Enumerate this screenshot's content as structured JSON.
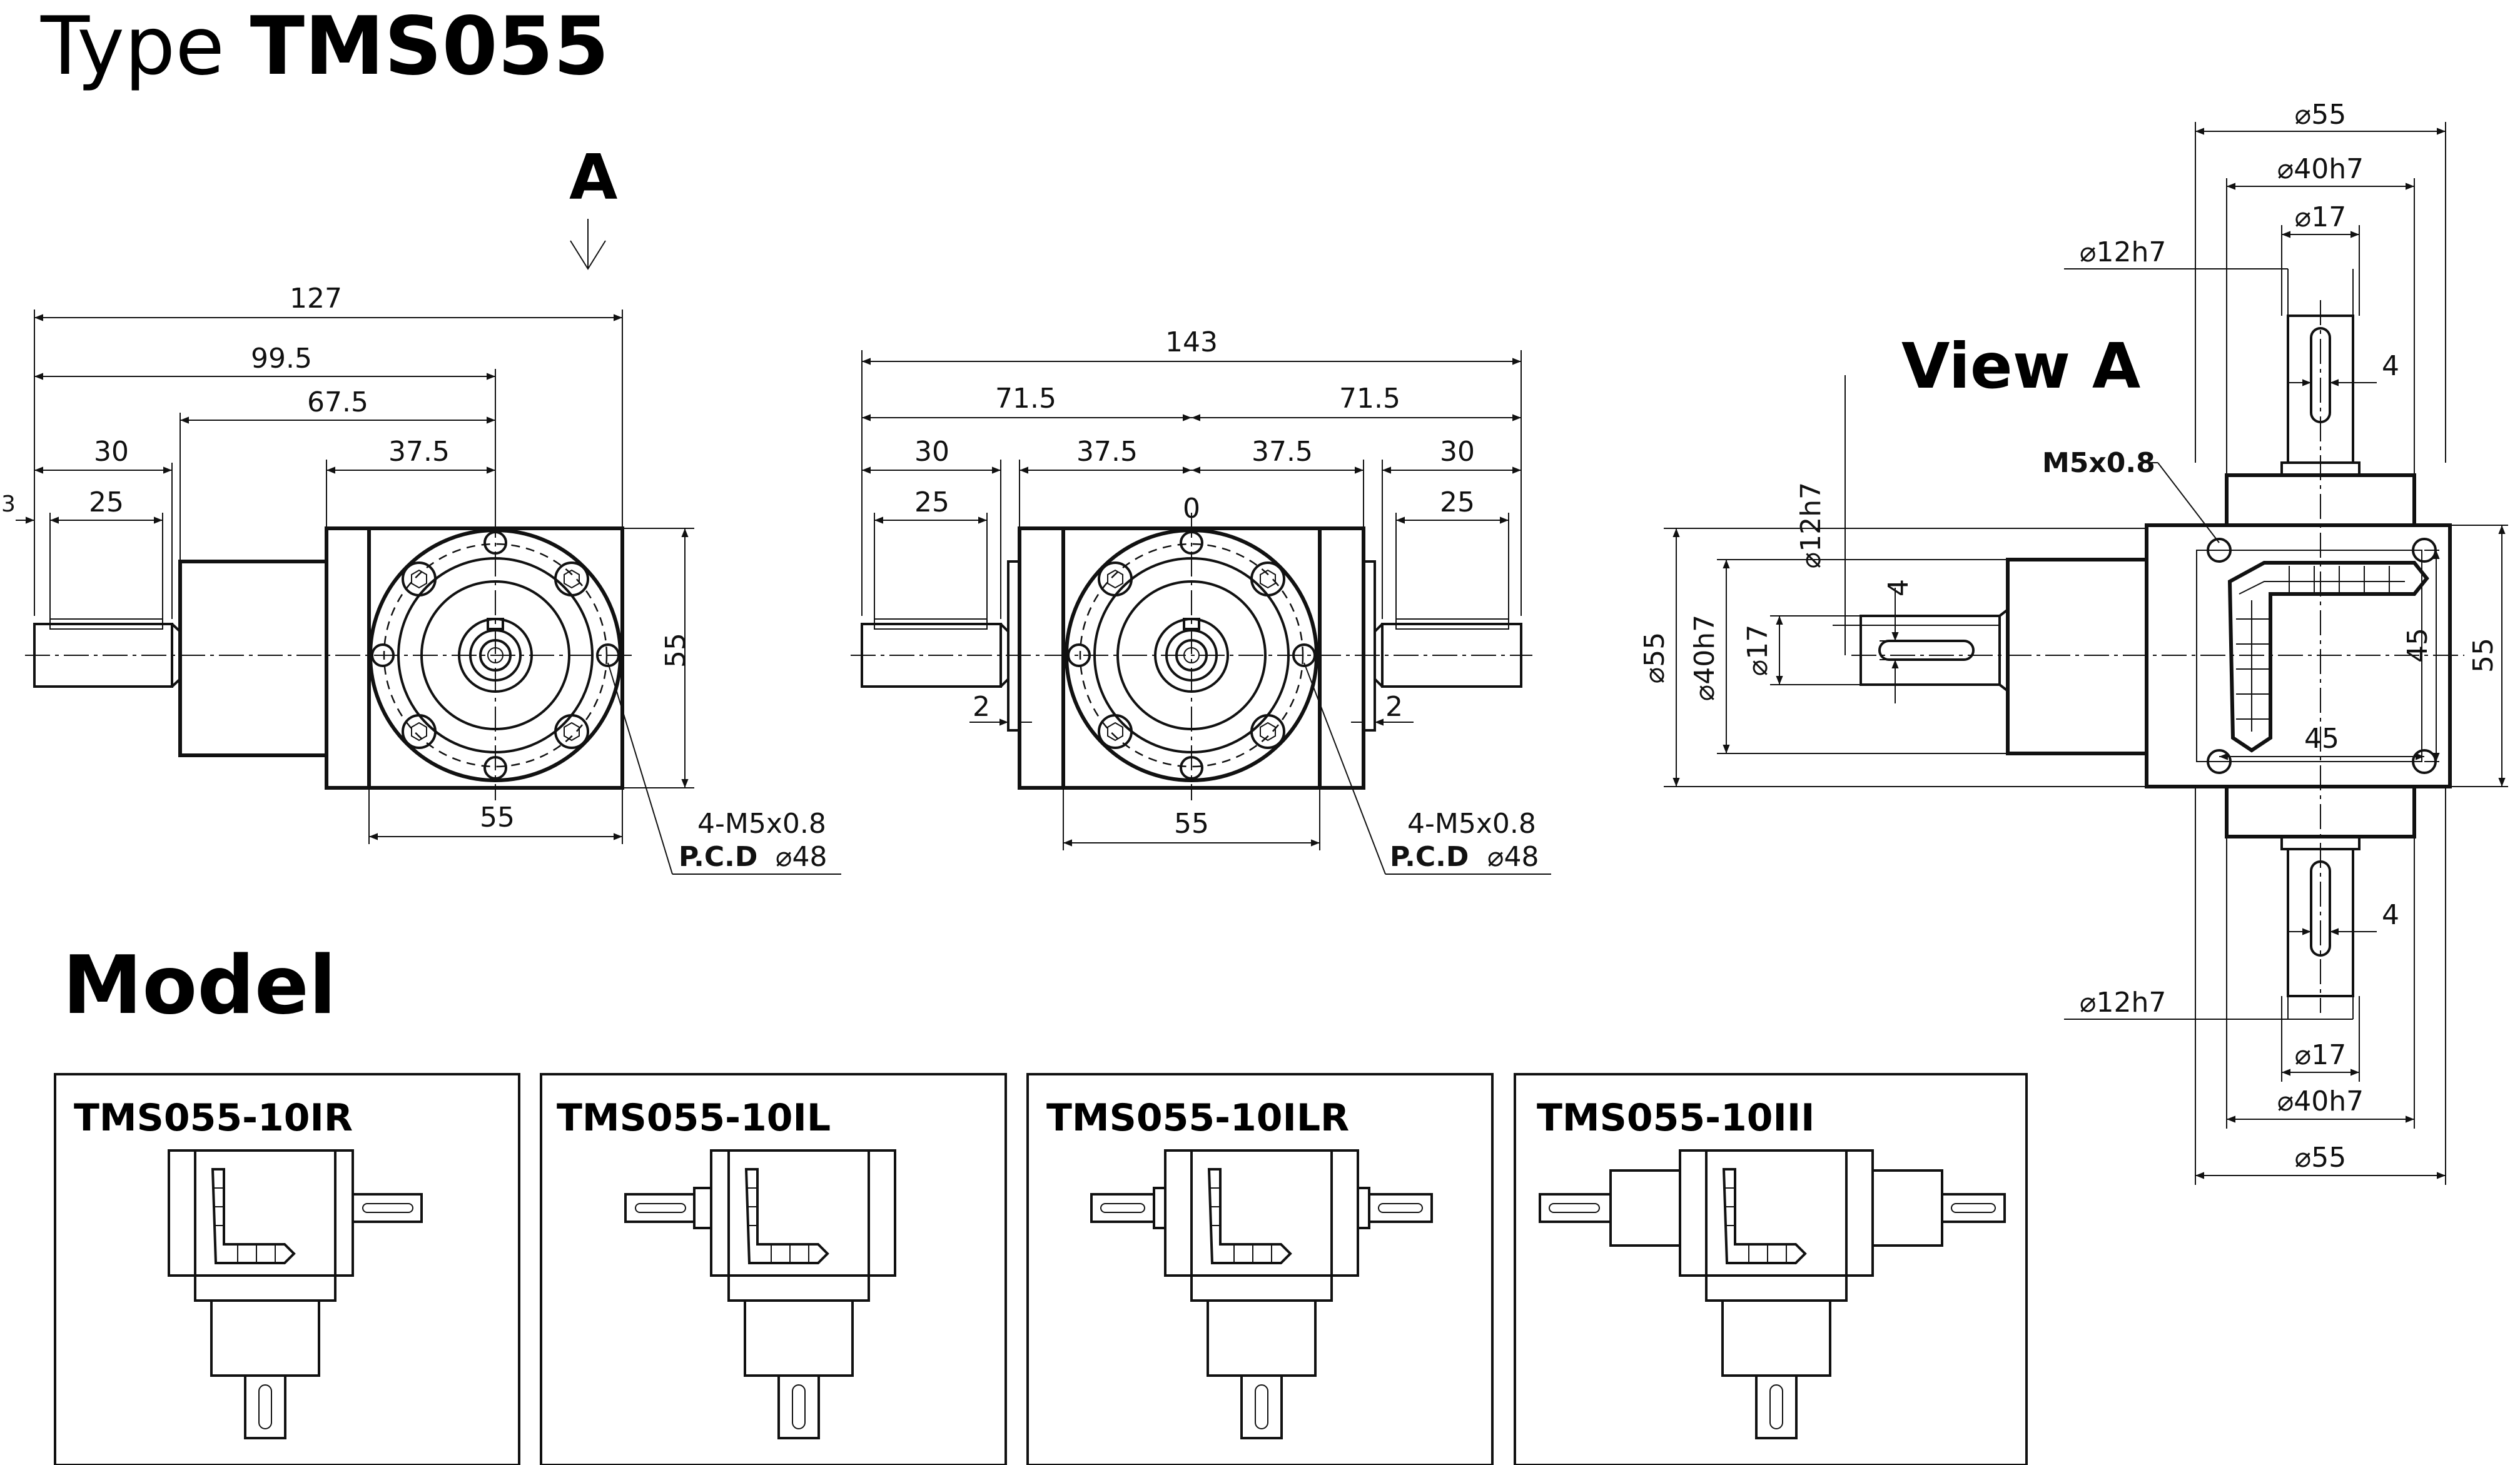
{
  "title": {
    "prefix": "Type ",
    "name": "TMS055"
  },
  "view_arrow_label": "A",
  "view_a_label": "View A",
  "model_heading": "Model",
  "view1": {
    "dims": {
      "d127": "127",
      "d99_5": "99.5",
      "d67_5": "67.5",
      "d37_5": "37.5",
      "d30": "30",
      "d25": "25",
      "d3": "3",
      "d55_right": "55",
      "d55_bottom": "55"
    },
    "note_thread": "4-M5x0.8",
    "note_pcd_label": "P.C.D",
    "note_pcd_value": "⌀48"
  },
  "view2": {
    "dims": {
      "d143": "143",
      "d71_5_left": "71.5",
      "d71_5_right": "71.5",
      "d30_left": "30",
      "d37_5_left": "37.5",
      "d37_5_right": "37.5",
      "d30_right": "30",
      "d25_left": "25",
      "d25_right": "25",
      "d0": "0",
      "d2_left": "2",
      "d2_right": "2",
      "d55_bottom": "55"
    },
    "note_thread": "4-M5x0.8",
    "note_pcd_label": "P.C.D",
    "note_pcd_value": "⌀48"
  },
  "view3": {
    "dims": {
      "top_d55": "⌀55",
      "top_d40h7": "⌀40h7",
      "top_d17": "⌀17",
      "top_d12h7": "⌀12h7",
      "top_key4": "4",
      "mount_thread": "M5x0.8",
      "left_d12h7": "⌀12h7",
      "left_key4": "4",
      "left_d55": "⌀55",
      "left_d40h7": "⌀40h7",
      "left_d17": "⌀17",
      "right_45": "45",
      "right_55": "55",
      "bottom_45": "45",
      "bot_key4": "4",
      "bot_d12h7": "⌀12h7",
      "bot_d17": "⌀17",
      "bot_d40h7": "⌀40h7",
      "bot_d55": "⌀55"
    }
  },
  "models": [
    {
      "name": "TMS055-10IR"
    },
    {
      "name": "TMS055-10IL"
    },
    {
      "name": "TMS055-10ILR"
    },
    {
      "name": "TMS055-10III"
    }
  ]
}
